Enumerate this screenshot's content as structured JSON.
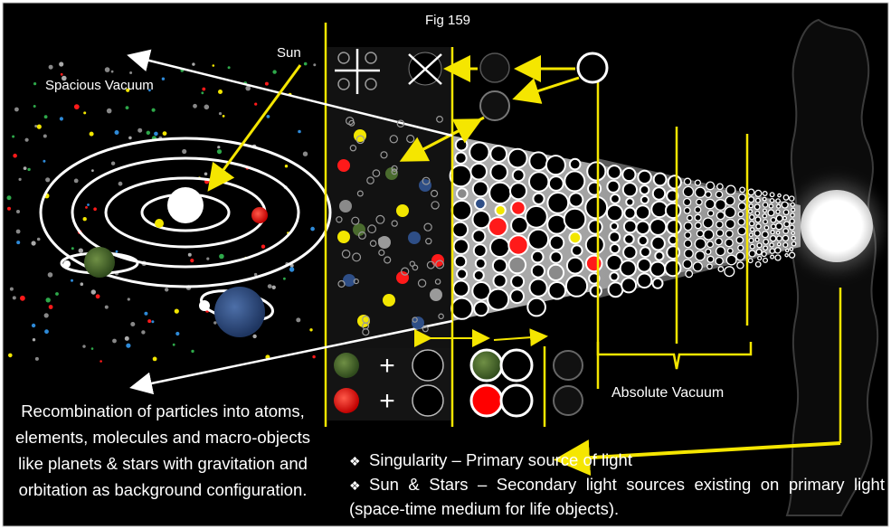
{
  "figure": {
    "fig_label": "Fig 159",
    "labels": {
      "sun": "Sun",
      "spacious_vacuum": "Spacious Vacuum",
      "absolute_vacuum": "Absolute Vacuum"
    },
    "description": "Recombination of particles into atoms, elements, molecules and macro-objects like planets & stars with gravitation and orbitation as background configuration.",
    "bullets": [
      "Singularity – Primary source of light",
      "Sun & Stars – Secondary light sources existing on primary light (space-time medium for life objects)."
    ],
    "bullet_symbol": "❖",
    "plus_symbol": "+",
    "colors": {
      "background": "#000000",
      "frame_border": "#ffffff",
      "annotation": "#f5e600",
      "particle_red": "#ff1a1a",
      "particle_yellow": "#f2e600",
      "particle_green": "#4a6b2e",
      "particle_blue": "#2e4e86",
      "text": "#ffffff"
    }
  }
}
